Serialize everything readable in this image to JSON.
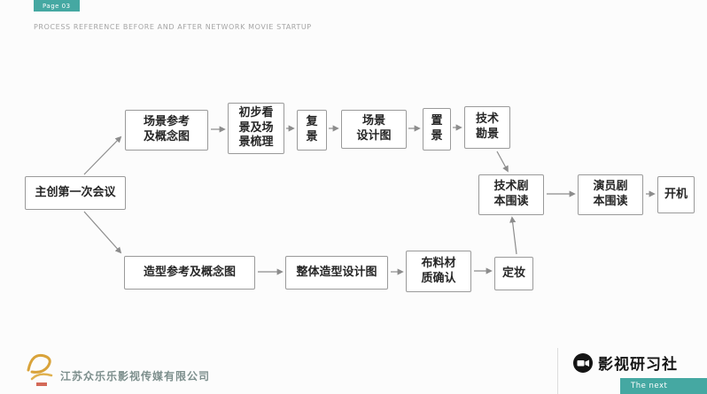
{
  "page": {
    "badge": "Page 03",
    "subtitle": "PROCESS REFERENCE BEFORE AND AFTER NETWORK MOVIE STARTUP"
  },
  "flowchart": {
    "nodes": {
      "meeting": {
        "label": "主创第一次会议"
      },
      "scene_ref": {
        "label": "场景参考\n及概念图"
      },
      "prelim_scout": {
        "label": "初步看\n景及场\n景梳理"
      },
      "revisit": {
        "label": "复\n景"
      },
      "scene_design": {
        "label": "场景\n设计图"
      },
      "set_build": {
        "label": "置\n景"
      },
      "tech_scout": {
        "label": "技术\n勘景"
      },
      "tech_read": {
        "label": "技术剧\n本围读"
      },
      "actor_read": {
        "label": "演员剧\n本围读"
      },
      "boot": {
        "label": "开机"
      },
      "style_ref": {
        "label": "造型参考及概念图"
      },
      "style_design": {
        "label": "整体造型设计图"
      },
      "fabric": {
        "label": "布料材\n质确认"
      },
      "makeup": {
        "label": "定妆"
      }
    }
  },
  "footer": {
    "company": "江苏众乐乐影视传媒有限公司",
    "brand": "影视研习社",
    "next_label": "The next"
  },
  "colors": {
    "accent_teal": "#45a8a2",
    "box_border": "#9a9a9a",
    "arrow_gray": "#8c8c8c"
  }
}
